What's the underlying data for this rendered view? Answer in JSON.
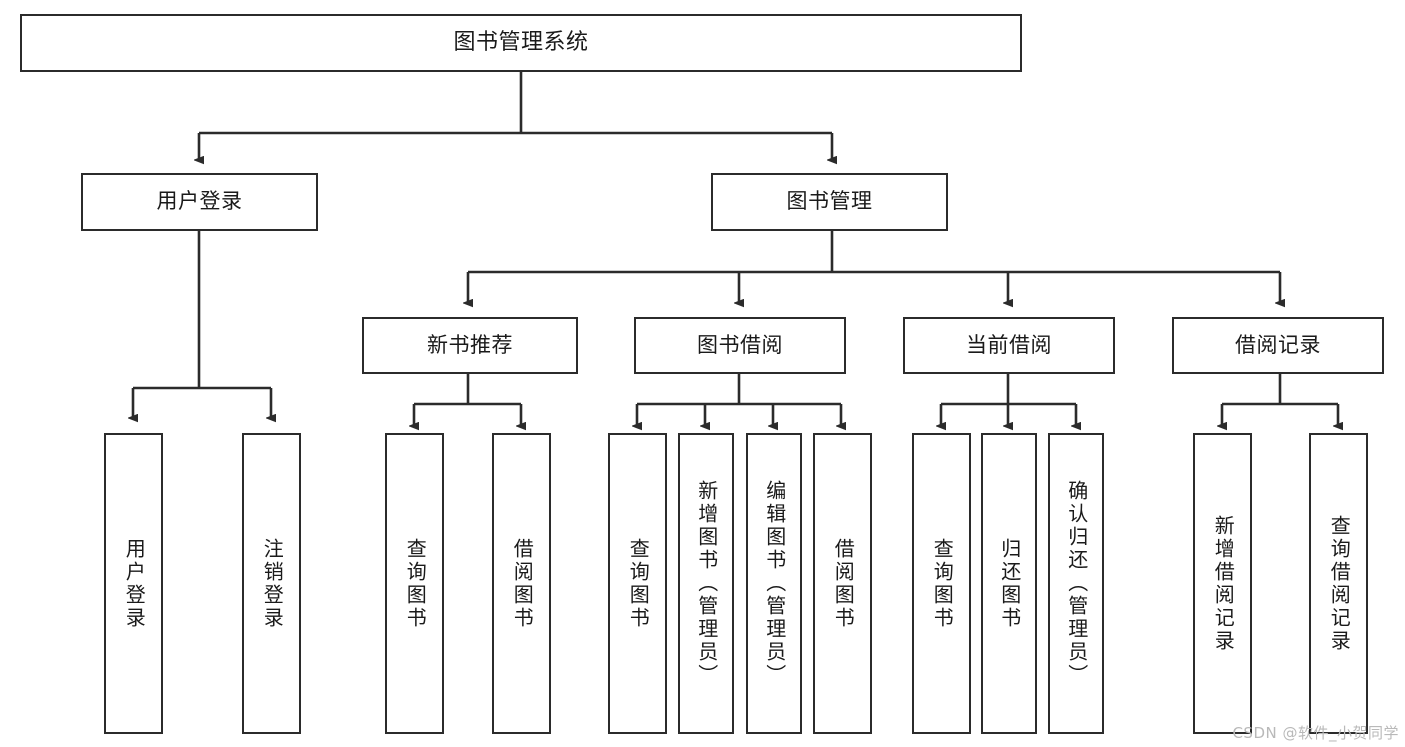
{
  "diagram": {
    "type": "tree",
    "title": "图书管理系统",
    "orientation": "top-down",
    "watermark": "CSDN @软件_小贺同学",
    "colors": {
      "node_border": "#2b2b2b",
      "node_fill": "#ffffff",
      "edge": "#2b2b2b",
      "text": "#1a1a1a",
      "watermark": "#b9b9b9",
      "background": "#ffffff"
    },
    "nodes": {
      "root": {
        "label": "图书管理系统"
      },
      "level2": [
        {
          "label": "用户登录"
        },
        {
          "label": "图书管理"
        }
      ],
      "level3": [
        {
          "label": "新书推荐"
        },
        {
          "label": "图书借阅"
        },
        {
          "label": "当前借阅"
        },
        {
          "label": "借阅记录"
        }
      ],
      "leaves_user_login": [
        {
          "label": "用户登录"
        },
        {
          "label": "注销登录"
        }
      ],
      "leaves_new_book": [
        {
          "label": "查询图书"
        },
        {
          "label": "借阅图书"
        }
      ],
      "leaves_borrow": [
        {
          "label": "查询图书"
        },
        {
          "label": "新增图书（管理员）"
        },
        {
          "label": "编辑图书（管理员）"
        },
        {
          "label": "借阅图书"
        }
      ],
      "leaves_current": [
        {
          "label": "查询图书"
        },
        {
          "label": "归还图书"
        },
        {
          "label": "确认归还（管理员）"
        }
      ],
      "leaves_records": [
        {
          "label": "新增借阅记录"
        },
        {
          "label": "查询借阅记录"
        }
      ]
    }
  }
}
